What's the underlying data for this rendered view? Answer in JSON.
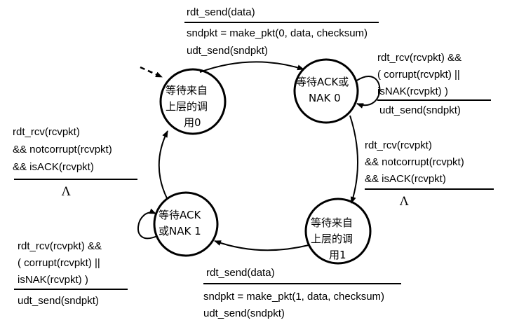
{
  "states": {
    "wait_call_0": {
      "lines": [
        "等待来自",
        "上层的调",
        "用0"
      ]
    },
    "wait_ack_0": {
      "lines": [
        "等待ACK或",
        "NAK 0"
      ]
    },
    "wait_call_1": {
      "lines": [
        "等待来自",
        "上层的调",
        "用1"
      ]
    },
    "wait_ack_1": {
      "lines": [
        "等待ACK",
        "或NAK 1"
      ]
    }
  },
  "transitions": {
    "send0": {
      "event": "rdt_send(data)",
      "actions": [
        "sndpkt = make_pkt(0, data, checksum)",
        "udt_send(sndpkt)"
      ]
    },
    "resend0": {
      "event": [
        "rdt_rcv(rcvpkt) &&",
        "( corrupt(rcvpkt) ||",
        "isNAK(rcvpkt) )"
      ],
      "action": "udt_send(sndpkt)"
    },
    "ack0": {
      "event": [
        "rdt_rcv(rcvpkt)",
        "&& notcorrupt(rcvpkt)",
        "&& isACK(rcvpkt)"
      ],
      "action": "Λ"
    },
    "send1": {
      "event": "rdt_send(data)",
      "actions": [
        "sndpkt = make_pkt(1, data, checksum)",
        "udt_send(sndpkt)"
      ]
    },
    "resend1": {
      "event": [
        "rdt_rcv(rcvpkt) &&",
        "( corrupt(rcvpkt) ||",
        "isNAK(rcvpkt) )"
      ],
      "action": "udt_send(sndpkt)"
    },
    "ack1": {
      "event": [
        "rdt_rcv(rcvpkt)",
        "&& notcorrupt(rcvpkt)",
        "&& isACK(rcvpkt)"
      ],
      "action": "Λ"
    }
  }
}
